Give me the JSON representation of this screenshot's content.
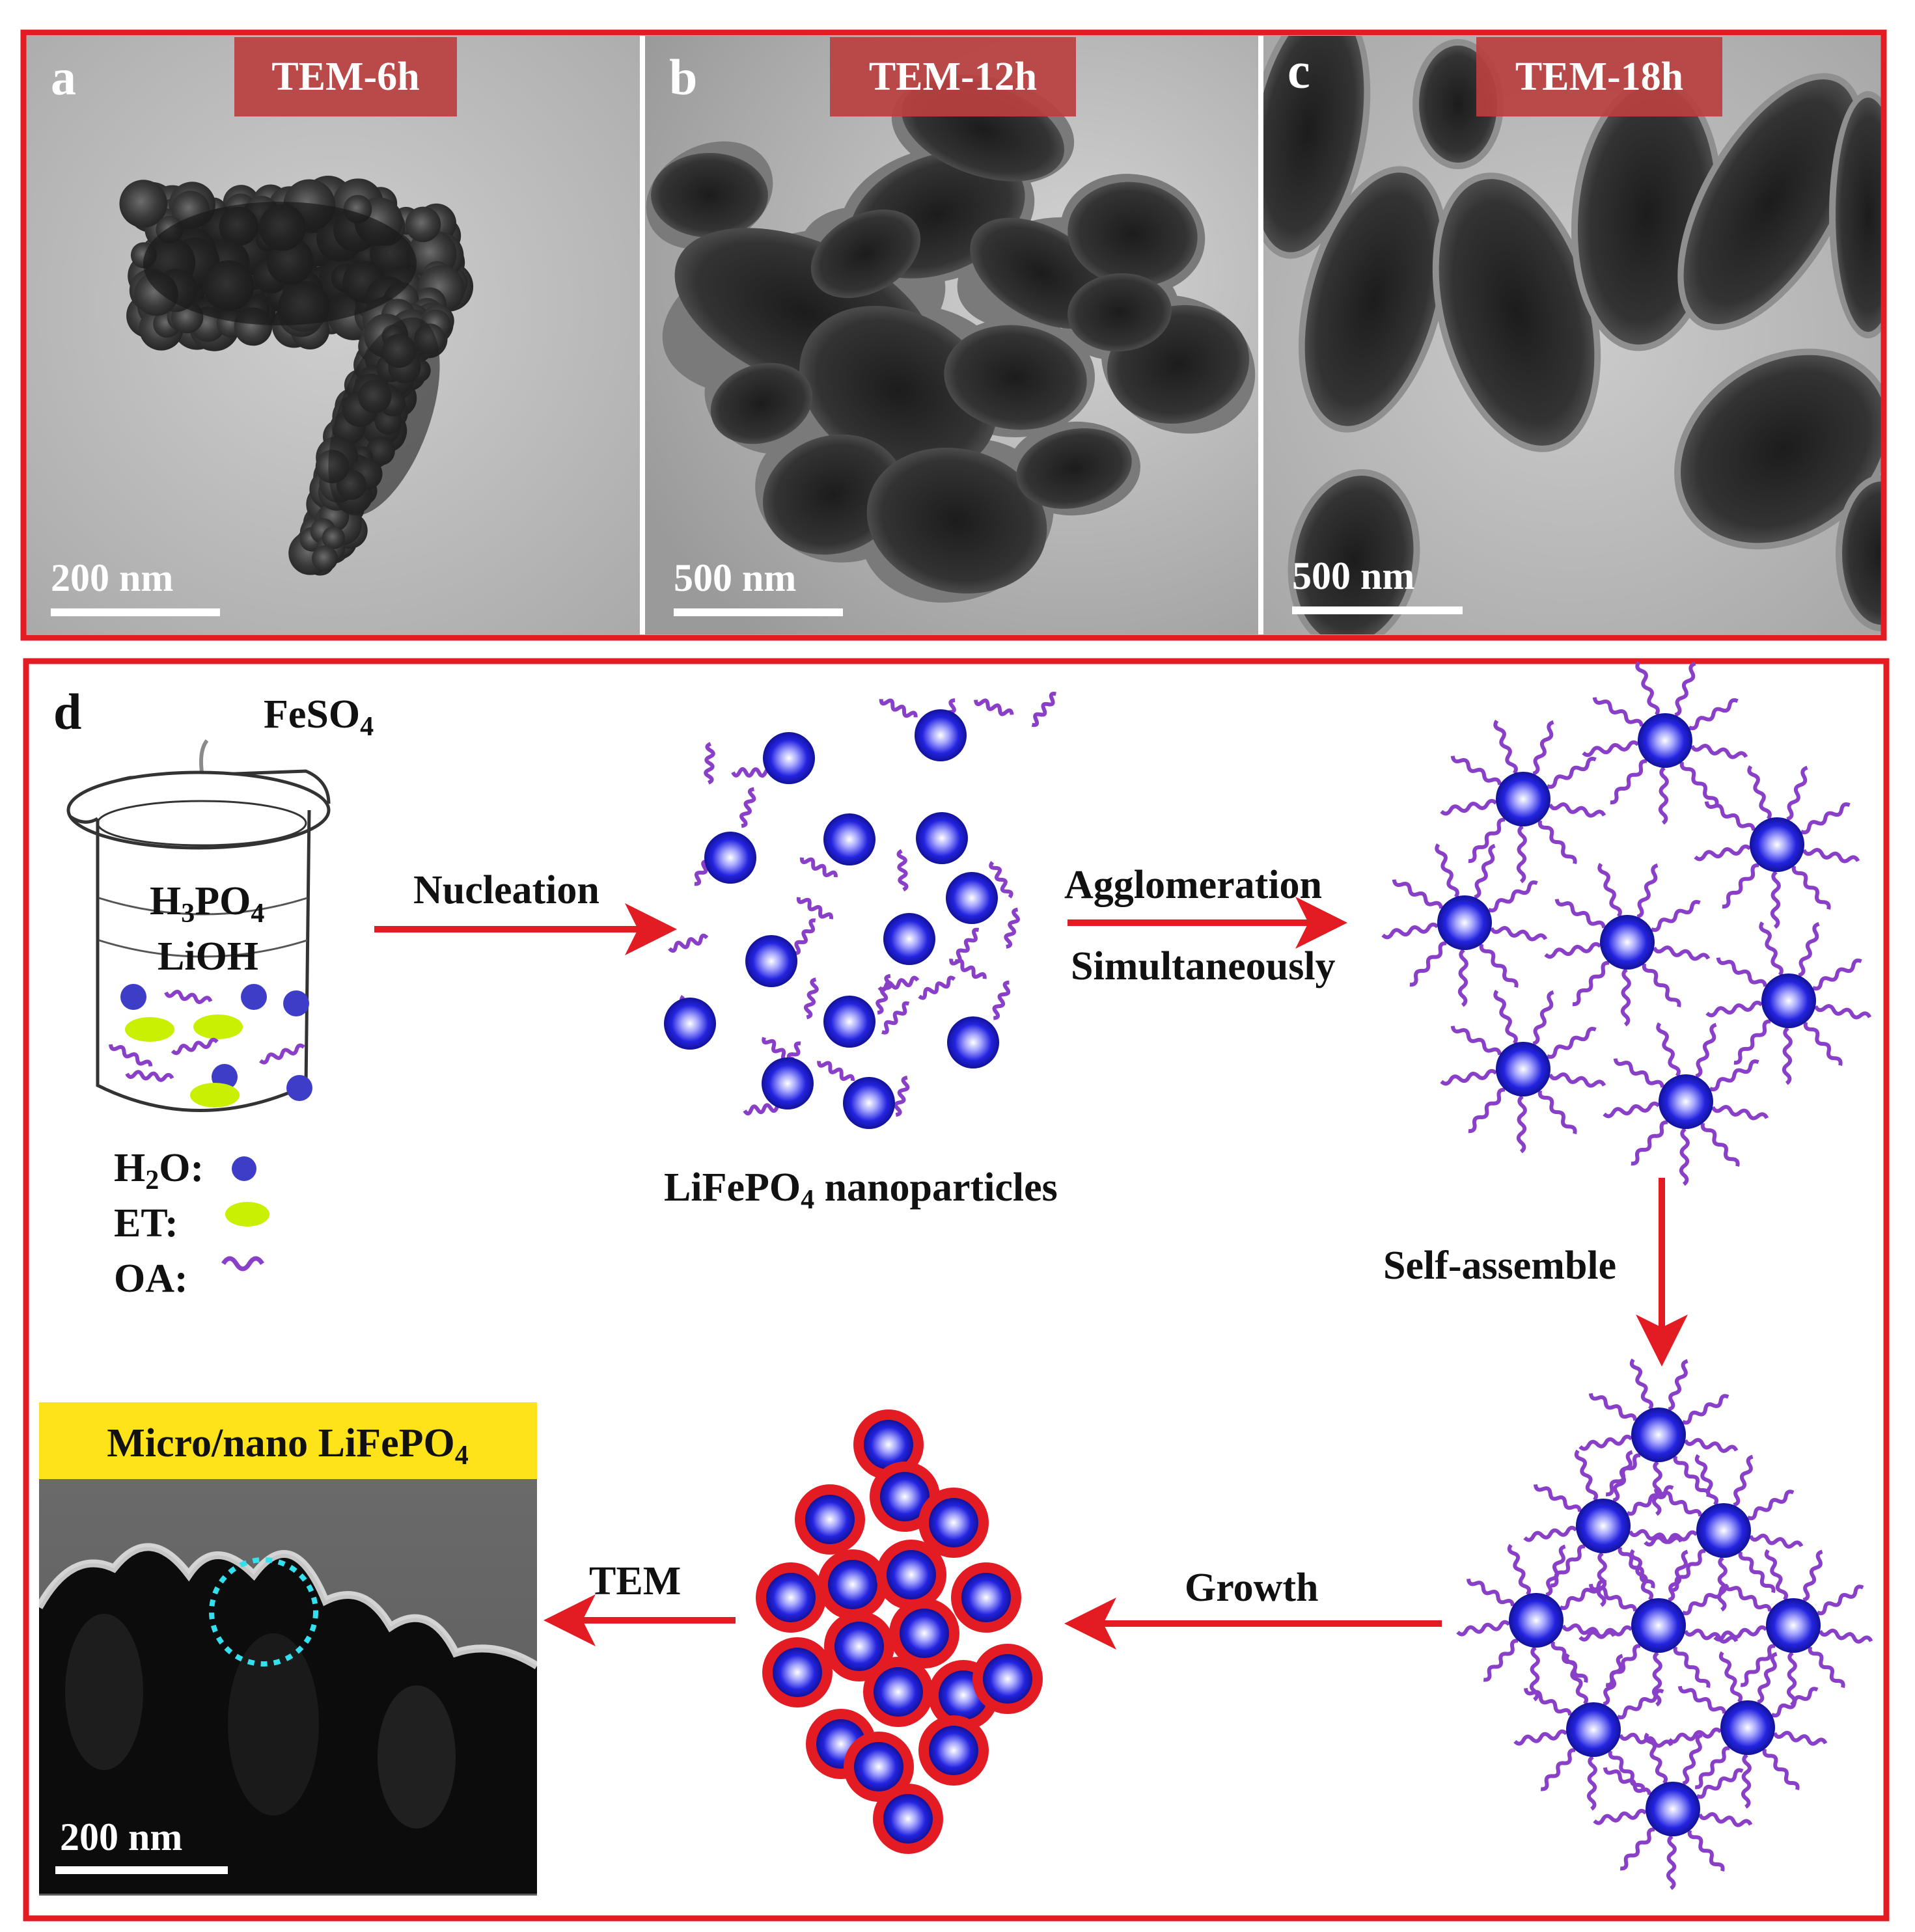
{
  "panels": {
    "a": {
      "letter": "a",
      "badge": "TEM-6h",
      "scale": "200 nm"
    },
    "b": {
      "letter": "b",
      "badge": "TEM-12h",
      "scale": "500 nm"
    },
    "c": {
      "letter": "c",
      "badge": "TEM-18h",
      "scale": "500 nm"
    },
    "d": {
      "letter": "d"
    }
  },
  "schematic": {
    "beaker": {
      "feed": "FeSO4",
      "contents": [
        "H3PO4",
        "LiOH"
      ]
    },
    "legend": [
      {
        "label": "H2O:",
        "symbol": "blue-dot-icon"
      },
      {
        "label": "ET:",
        "symbol": "green-ellipse-icon"
      },
      {
        "label": "OA:",
        "symbol": "purple-chain-icon"
      }
    ],
    "steps": {
      "nucleation": "Nucleation",
      "agglomeration": "Agglomeration",
      "simultaneously": "Simultaneously",
      "self_assemble": "Self-assemble",
      "growth": "Growth",
      "tem": "TEM"
    },
    "nanoparticles_label": "LiFePO4 nanoparticles",
    "product": {
      "title": "Micro/nano LiFePO4",
      "scale": "200 nm"
    }
  },
  "colors": {
    "frame": "#e31b23",
    "arrow": "#e31b23",
    "particle": "#1f1fd6",
    "chain": "#8a3fc8",
    "ethanol": "#c8f000",
    "water": "#3d3dc8",
    "title_bar": "#ffe31a",
    "badge": "#b8403f"
  }
}
